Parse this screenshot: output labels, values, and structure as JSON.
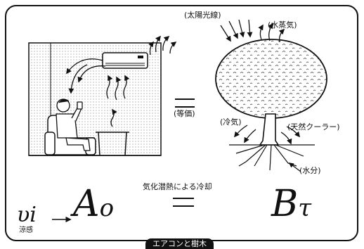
{
  "labels": {
    "sunlight": "(太陽光線)",
    "water_vapor": "(水蒸気)",
    "equivalent": "(等価)",
    "cool_air": "(冷気)",
    "natural_cooler": "(天然クーラー)",
    "water": "(水分)",
    "latent_heat_cooling": "気化潜熱による冷却",
    "cool_feeling": "涼感"
  },
  "symbols": {
    "left_main": "A",
    "left_sub": "o",
    "right_main": "B",
    "right_sub": "τ",
    "bottom_left": "υi",
    "arrow": "⟶"
  },
  "title": "エアコンと樹木",
  "colors": {
    "ink": "#111111",
    "paper": "#ffffff",
    "wall_tone": "#d8d8d8",
    "badge_bg": "#111111",
    "badge_fg": "#ffffff"
  },
  "icons": [
    "air-conditioner-icon",
    "person-icon",
    "armchair-icon",
    "table-icon",
    "tree-icon",
    "sun-rays-icon",
    "steam-arrows-icon"
  ]
}
